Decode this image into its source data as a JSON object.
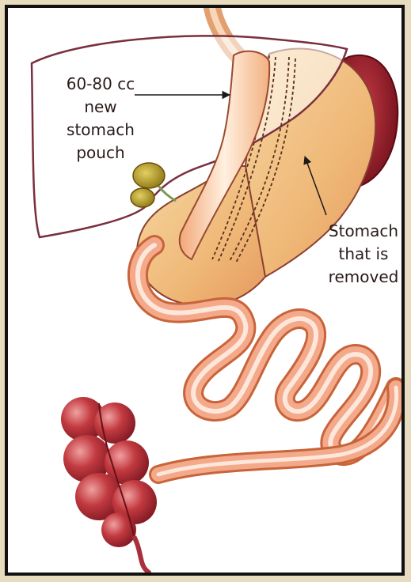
{
  "labels": {
    "pouch": {
      "line1": "60-80 cc",
      "line2": "new",
      "line3": "stomach",
      "line4": "pouch"
    },
    "removed": {
      "line1": "Stomach",
      "line2": "that is",
      "line3": "removed"
    }
  },
  "colors": {
    "background": "#e8dcc0",
    "frame": "#111111",
    "liver_outline": "#7a2f3f",
    "stomach": "#f0c080",
    "intestine": "#f4b08a",
    "spleen": "#9e1a28",
    "colon": "#b8333a",
    "gallbladder": "#b59a20",
    "arrow": "#1a1a1a"
  }
}
